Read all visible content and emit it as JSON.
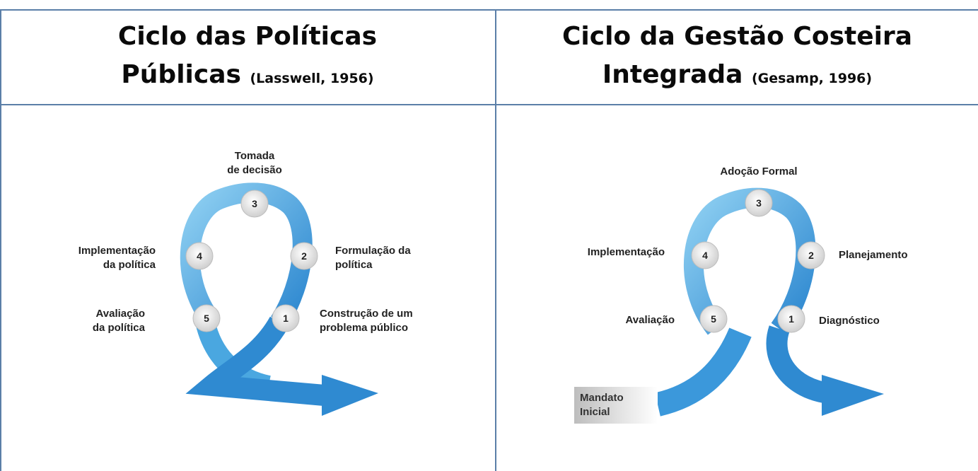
{
  "left": {
    "title_line1": "Ciclo das Políticas",
    "title_line2": "Públicas",
    "citation": "(Lasswell, 1956)",
    "nodes": [
      {
        "number": "1",
        "label_line1": "Construção de um",
        "label_line2": "problema público"
      },
      {
        "number": "2",
        "label_line1": "Formulação da",
        "label_line2": "política"
      },
      {
        "number": "3",
        "label_line1": "Tomada",
        "label_line2": "de decisão"
      },
      {
        "number": "4",
        "label_line1": "Implementação",
        "label_line2": "da política"
      },
      {
        "number": "5",
        "label_line1": "Avaliação",
        "label_line2": "da política"
      }
    ]
  },
  "right": {
    "title_line1": "Ciclo da Gestão Costeira",
    "title_line2": "Integrada",
    "citation": "(Gesamp, 1996)",
    "nodes": [
      {
        "number": "1",
        "label": "Diagnóstico"
      },
      {
        "number": "2",
        "label": "Planejamento"
      },
      {
        "number": "3",
        "label": "Adoção Formal"
      },
      {
        "number": "4",
        "label": "Implementação"
      },
      {
        "number": "5",
        "label": "Avaliação"
      }
    ],
    "start_line1": "Mandato",
    "start_line2": "Inicial"
  },
  "colors": {
    "border": "#5b7fa8",
    "ribbon_light": "#7fc3ec",
    "ribbon_dark": "#2f8ad1",
    "node_fill": "#e9e9e9"
  }
}
